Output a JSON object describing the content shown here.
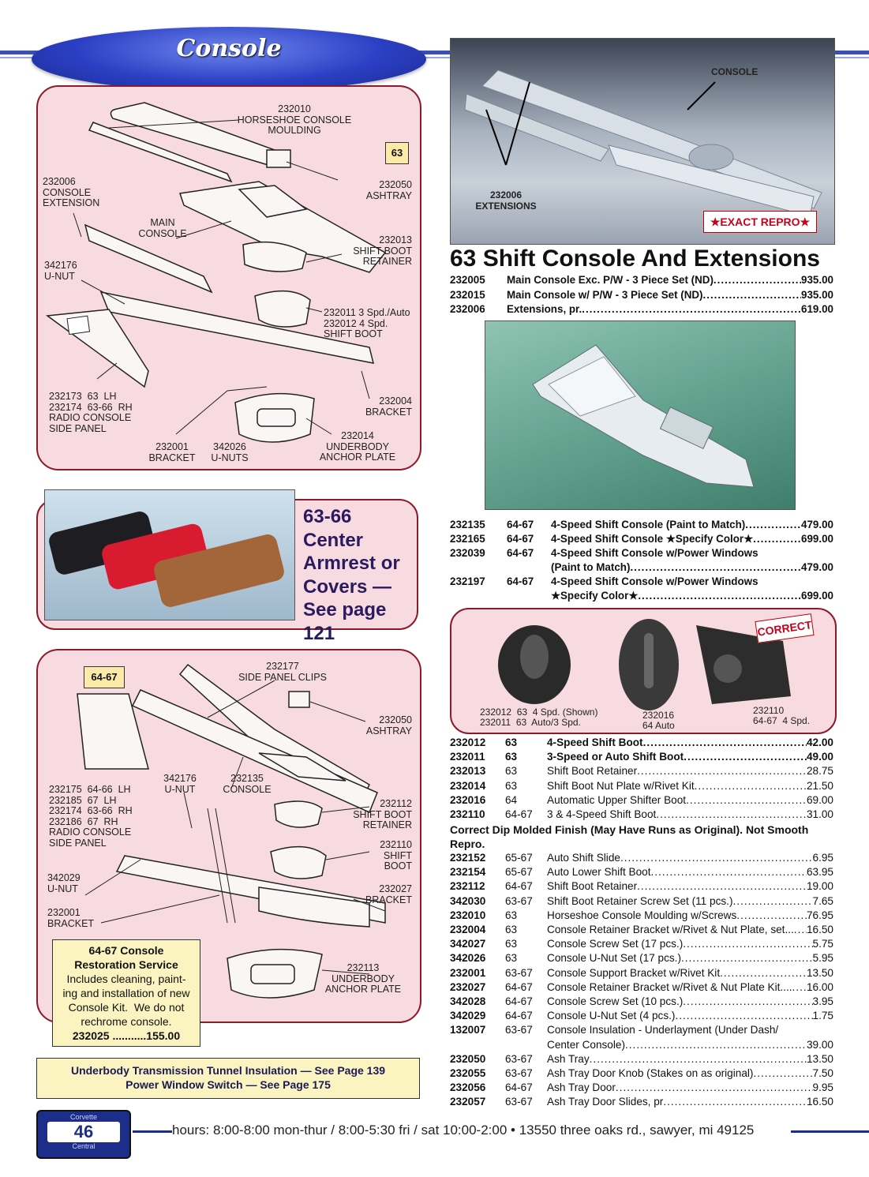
{
  "banner": {
    "title": "Console"
  },
  "diagram63": {
    "year_badge": "63",
    "labels": {
      "moulding": "232010\nHORSESHOE CONSOLE\nMOULDING",
      "extension": "232006\nCONSOLE\nEXTENSION",
      "main": "MAIN\nCONSOLE",
      "unut": "342176\nU-NUT",
      "ashtray": "232050\nASHTRAY",
      "retainer": "232013\nSHIFT BOOT\nRETAINER",
      "boot": "232011 3 Spd./Auto\n232012 4 Spd.\nSHIFT BOOT",
      "bracket": "232004\nBRACKET",
      "side_panel": "232173  63  LH\n232174  63-66  RH\nRADIO CONSOLE\nSIDE PANEL",
      "bracket2": "232001\nBRACKET",
      "unuts": "342026\nU-NUTS",
      "anchor": "232014\nUNDERBODY\nANCHOR PLATE"
    }
  },
  "armrest": {
    "text": "63-66 Center Armrest or Covers — See page 121"
  },
  "diagram6467": {
    "year_badge": "64-67",
    "labels": {
      "clips": "232177\nSIDE PANEL CLIPS",
      "ashtray": "232050\nASHTRAY",
      "unut": "342176\nU-NUT",
      "console": "232135\nCONSOLE",
      "side_panel": "232175  64-66  LH\n232185  67  LH\n232174  63-66  RH\n232186  67  RH\nRADIO CONSOLE\nSIDE PANEL",
      "retainer": "232112\nSHIFT BOOT\nRETAINER",
      "boot": "232110\nSHIFT\nBOOT",
      "unut2": "342029\nU-NUT",
      "bracket": "232027\nBRACKET",
      "bracket2": "232001\nBRACKET",
      "anchor": "232113\nUNDERBODY\nANCHOR PLATE"
    },
    "service": {
      "title": "64-67 Console\nRestoration Service",
      "body": "Includes cleaning, paint-\ning and installation of new\nConsole Kit.  We do not\nrechrome console.",
      "part": "232025",
      "price": "155.00"
    }
  },
  "notes": {
    "line1": "Underbody Transmission Tunnel Insulation — See Page 139",
    "line2": "Power Window Switch — See Page 175"
  },
  "photo1": {
    "label_console": "CONSOLE",
    "label_ext": "232006\nEXTENSIONS",
    "badge": "★EXACT REPRO★"
  },
  "section63": {
    "title": "63 Shift Console And Extensions",
    "items": [
      {
        "pn": "232005",
        "desc": "Main Console Exc. P/W - 3 Piece Set (ND)",
        "price": "935.00"
      },
      {
        "pn": "232015",
        "desc": "Main Console w/ P/W - 3 Piece Set (ND)",
        "price": "935.00"
      },
      {
        "pn": "232006",
        "desc": "Extensions, pr.",
        "price": "619.00"
      }
    ]
  },
  "section6467": [
    {
      "pn": "232135",
      "yr": "64-67",
      "desc": "4-Speed Shift Console (Paint to Match)",
      "price": "479.00"
    },
    {
      "pn": "232165",
      "yr": "64-67",
      "desc": "4-Speed Shift Console ★Specify Color★",
      "price": "699.00"
    },
    {
      "pn": "232039",
      "yr": "64-67",
      "desc": "4-Speed Shift Console w/Power Windows",
      "desc2": "(Paint to Match)",
      "price": "479.00"
    },
    {
      "pn": "232197",
      "yr": "64-67",
      "desc": "4-Speed Shift Console w/Power Windows",
      "desc2": "★Specify Color★",
      "price": "699.00"
    }
  ],
  "boots_photo": {
    "badge": "CORRECT",
    "cap1": "232012  63  4 Spd. (Shown)\n232011  63  Auto/3 Spd.",
    "cap2": "232016\n64 Auto",
    "cap3": "232110\n64-67  4 Spd."
  },
  "parts_a": [
    {
      "pn": "232012",
      "yr": "63",
      "desc": "4-Speed Shift Boot",
      "price": "42.00",
      "bold": true
    },
    {
      "pn": "232011",
      "yr": "63",
      "desc": "3-Speed or Auto Shift Boot",
      "price": "49.00",
      "bold": true
    },
    {
      "pn": "232013",
      "yr": "63",
      "desc": "Shift Boot Retainer",
      "price": "28.75"
    },
    {
      "pn": "232014",
      "yr": "63",
      "desc": "Shift Boot Nut Plate w/Rivet Kit",
      "price": "21.50"
    },
    {
      "pn": "232016",
      "yr": "64",
      "desc": "Automatic Upper Shifter Boot",
      "price": "69.00"
    },
    {
      "pn": "232110",
      "yr": "64-67",
      "desc": "3 & 4-Speed Shift Boot",
      "price": "31.00"
    }
  ],
  "note_dip": "Correct Dip Molded Finish (May Have Runs as Original).  Not Smooth Repro.",
  "parts_b": [
    {
      "pn": "232152",
      "yr": "65-67",
      "desc": "Auto Shift Slide",
      "price": "6.95"
    },
    {
      "pn": "232154",
      "yr": "65-67",
      "desc": "Auto Lower Shift Boot",
      "price": "63.95"
    },
    {
      "pn": "232112",
      "yr": "64-67",
      "desc": "Shift Boot Retainer",
      "price": "19.00"
    },
    {
      "pn": "342030",
      "yr": "63-67",
      "desc": "Shift Boot Retainer Screw Set (11 pcs.)",
      "price": "7.65"
    },
    {
      "pn": "232010",
      "yr": "63",
      "desc": "Horseshoe Console Moulding w/Screws",
      "price": "76.95"
    },
    {
      "pn": "232004",
      "yr": "63",
      "desc": "Console Retainer Bracket w/Rivet & Nut Plate, set...",
      "price": "16.50"
    },
    {
      "pn": "342027",
      "yr": "63",
      "desc": "Console Screw Set (17 pcs.)",
      "price": "5.75"
    },
    {
      "pn": "342026",
      "yr": "63",
      "desc": "Console U-Nut Set (17 pcs.)",
      "price": "5.95"
    },
    {
      "pn": "232001",
      "yr": "63-67",
      "desc": "Console Support Bracket w/Rivet Kit",
      "price": "13.50"
    },
    {
      "pn": "232027",
      "yr": "64-67",
      "desc": "Console Retainer Bracket w/Rivet & Nut Plate Kit....",
      "price": "16.00"
    },
    {
      "pn": "342028",
      "yr": "64-67",
      "desc": "Console Screw Set (10 pcs.)",
      "price": "3.95"
    },
    {
      "pn": "342029",
      "yr": "64-67",
      "desc": "Console U-Nut Set (4 pcs.)",
      "price": "1.75"
    },
    {
      "pn": "132007",
      "yr": "63-67",
      "desc": "Console Insulation - Underlayment (Under Dash/",
      "desc2": "Center Console)",
      "price": "39.00"
    },
    {
      "pn": "232050",
      "yr": "63-67",
      "desc": "Ash Tray",
      "price": "13.50"
    },
    {
      "pn": "232055",
      "yr": "63-67",
      "desc": "Ash Tray Door Knob (Stakes on as original)",
      "price": "7.50"
    },
    {
      "pn": "232056",
      "yr": "64-67",
      "desc": "Ash Tray Door",
      "price": "9.95"
    },
    {
      "pn": "232057",
      "yr": "63-67",
      "desc": "Ash Tray Door Slides, pr",
      "price": "16.50"
    }
  ],
  "footer": {
    "badge_top": "Corvette",
    "page": "46",
    "badge_bottom": "Central",
    "hours": "hours: 8:00-8:00 mon-thur / 8:00-5:30 fri / sat 10:00-2:00 • 13550 three oaks rd., sawyer, mi 49125"
  }
}
